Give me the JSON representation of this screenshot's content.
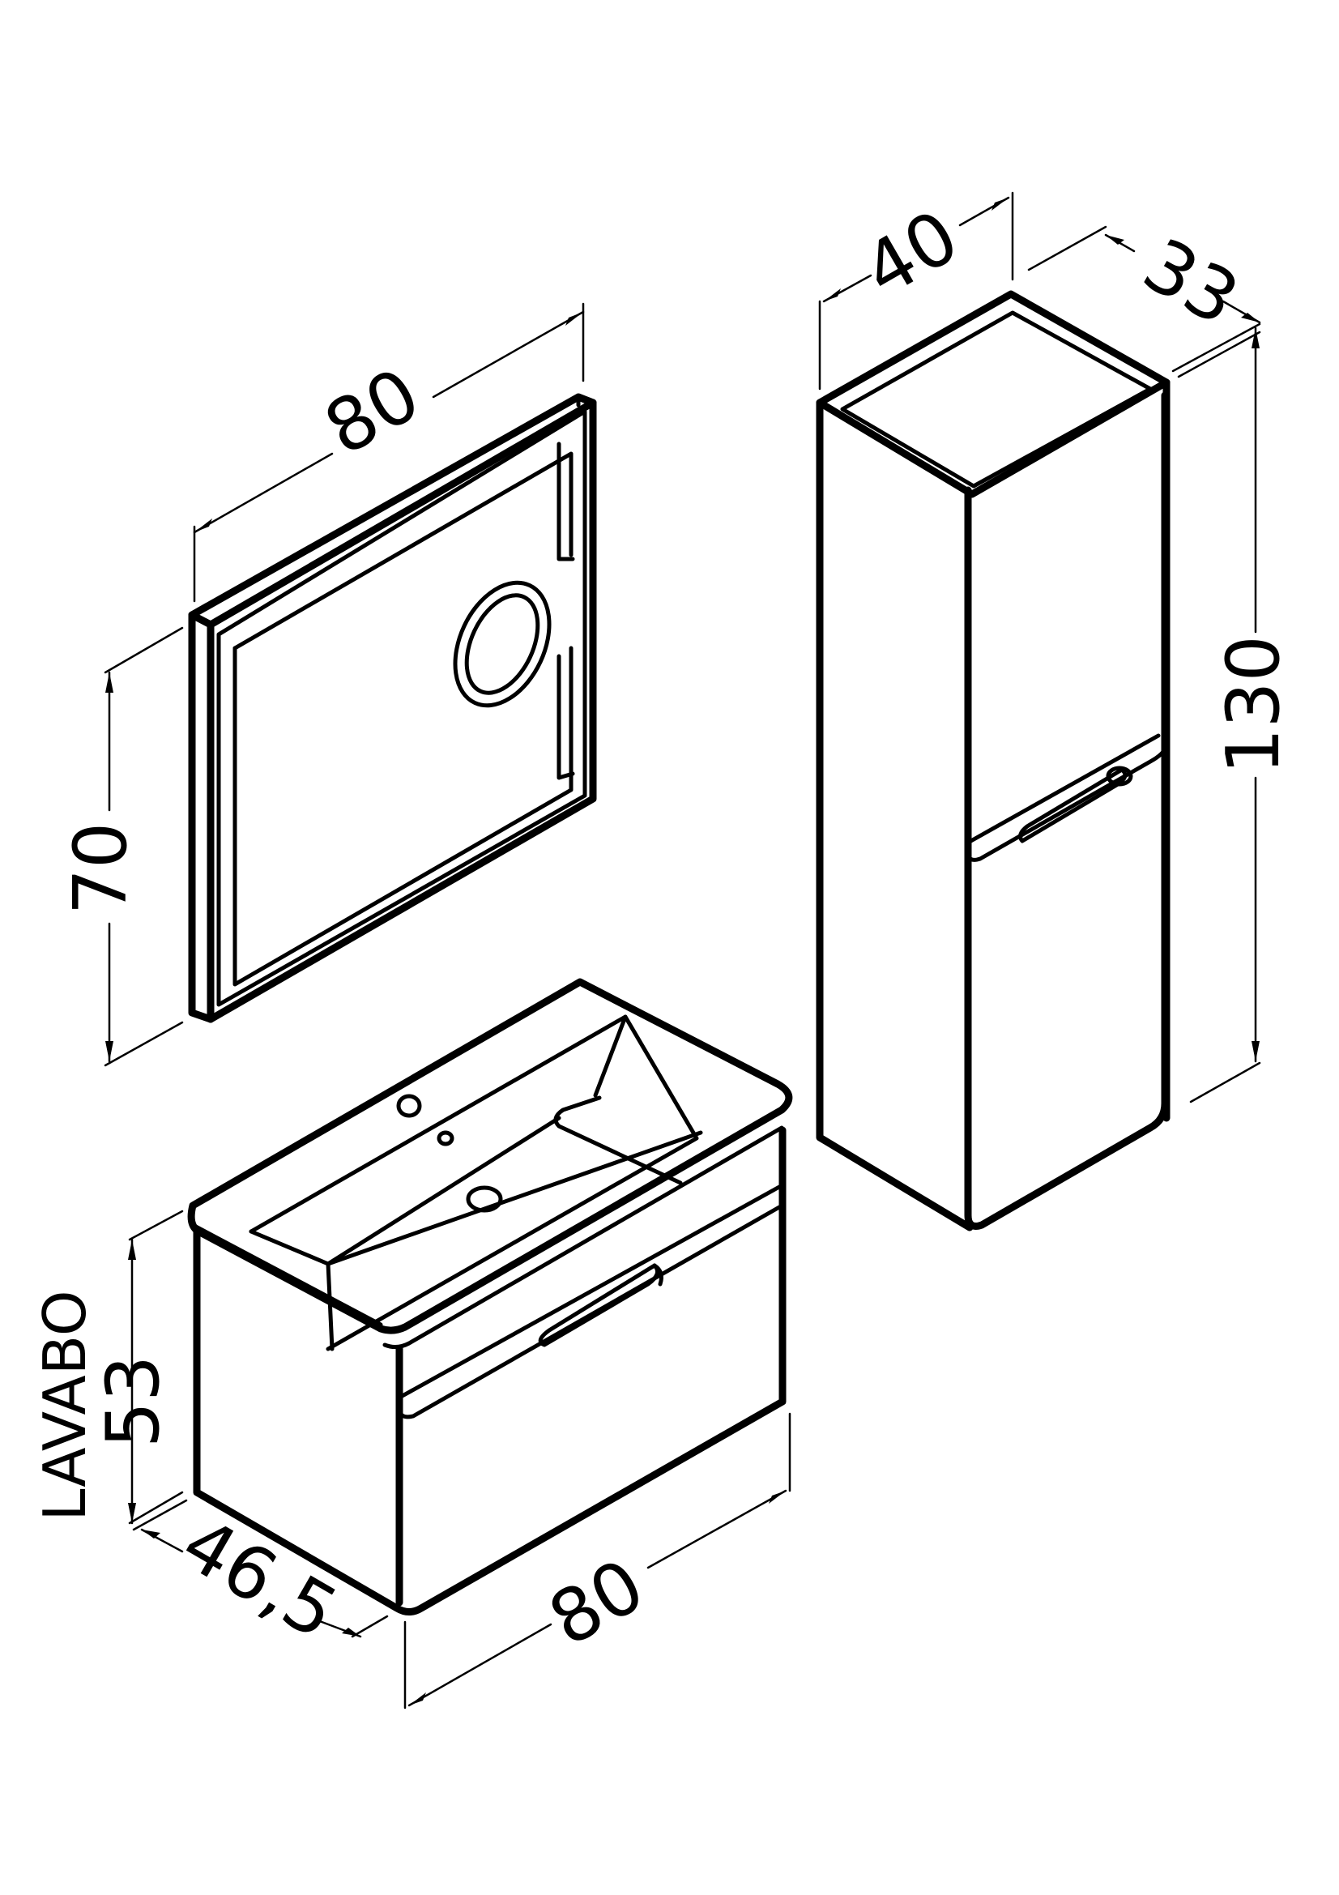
{
  "colors": {
    "line": "#000000",
    "background": "#ffffff"
  },
  "mirror": {
    "width": "80",
    "height": "70"
  },
  "tall_cabinet": {
    "width": "40",
    "depth": "33",
    "height": "130"
  },
  "lavabo": {
    "label": "LAVABO",
    "height": "53",
    "depth": "46,5",
    "width": "80"
  }
}
